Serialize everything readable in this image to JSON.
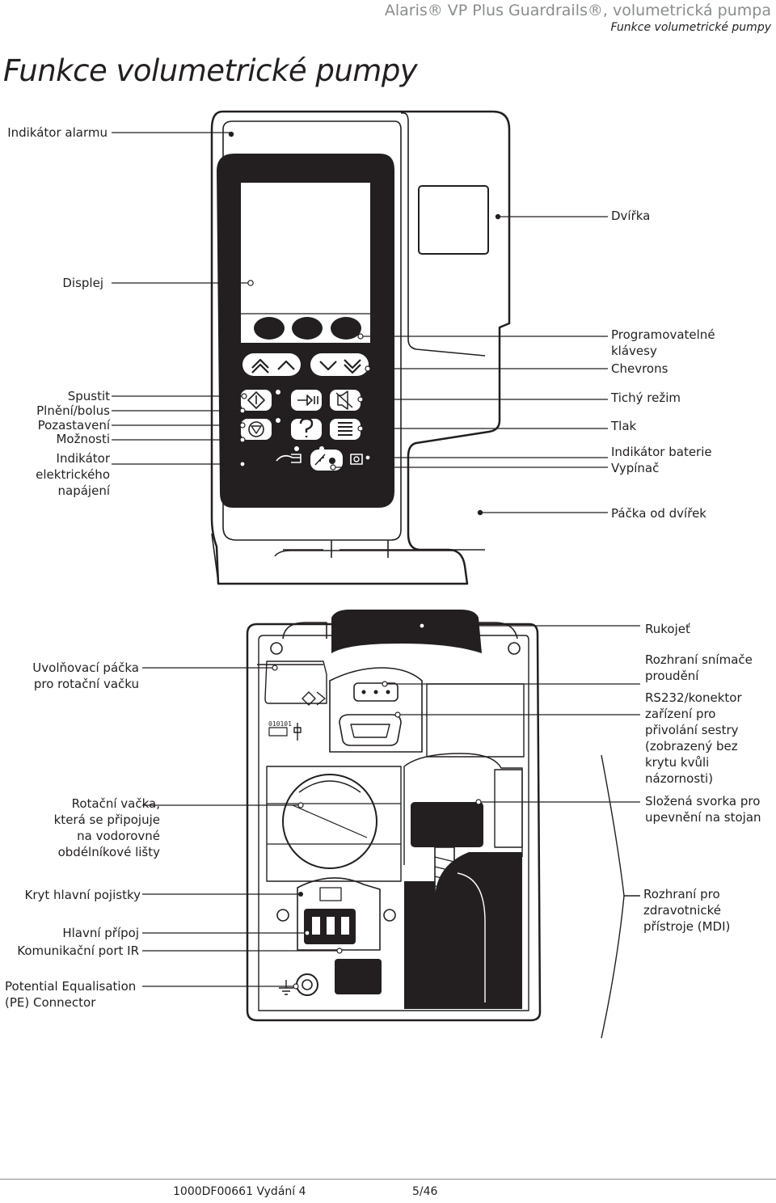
{
  "header": {
    "product": "Alaris® VP Plus Guardrails®, volumetrická pumpa",
    "section": "Funkce volumetrické pumpy"
  },
  "title": "Funkce volumetrické pumpy",
  "front_labels": {
    "alarm_indicator": "Indikátor alarmu",
    "display": "Displej",
    "start": "Spustit",
    "prime_bolus": "Plnění/bolus",
    "pause": "Pozastavení",
    "options": "Možnosti",
    "ac_indicator": [
      "Indikátor",
      "elektrického",
      "napájení"
    ],
    "door": "Dvířka",
    "softkeys": [
      "Programovatelné",
      "klávesy"
    ],
    "chevrons": "Chevrons",
    "silence": "Tichý režim",
    "pressure": "Tlak",
    "battery_indicator": "Indikátor baterie",
    "power_switch": "Vypínač",
    "door_lever": "Páčka od dvířek"
  },
  "rear_labels": {
    "handle": "Rukojeť",
    "cam_release": [
      "Uvolňovací páčka",
      "pro rotační vačku"
    ],
    "rotary_cam": [
      "Rotační vačka,",
      "která se připojuje",
      "na vodorovné",
      "obdélníkové lišty"
    ],
    "fuse_cover": "Kryt hlavní pojistky",
    "mains_inlet": "Hlavní přípoj",
    "ir_port": "Komunikační port IR",
    "pe_connector": [
      "Potential Equalisation",
      "(PE) Connector"
    ],
    "flow_sensor": [
      "Rozhraní snímače",
      "proudění"
    ],
    "rs232": [
      "RS232/konektor",
      "zařízení pro",
      "přivolání sestry",
      "(zobrazený bez",
      "krytu kvůli",
      "názornosti)"
    ],
    "pole_clamp": [
      "Složená svorka pro",
      "upevnění na stojan"
    ],
    "mdi": [
      "Rozhraní pro",
      "zdravotnické",
      "přístroje (MDI)"
    ]
  },
  "rear_icons": {
    "binary": "010101"
  },
  "footer": {
    "doc": "1000DF00661 Vydání 4",
    "page": "5/46"
  }
}
